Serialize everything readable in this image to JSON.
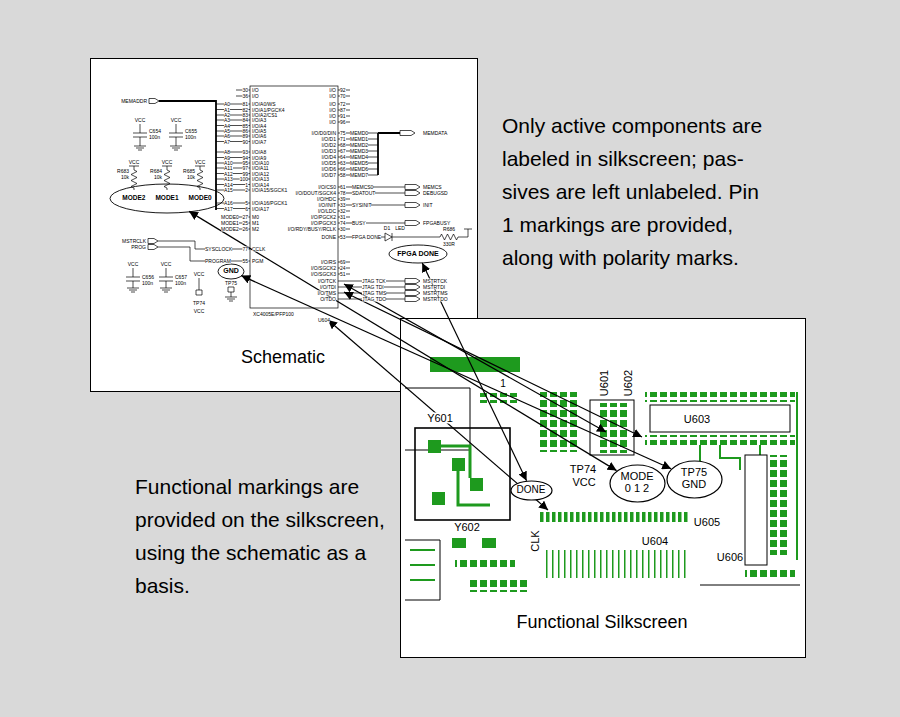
{
  "diagram": {
    "nodes": [
      {
        "text": [
          "Schematic"
        ]
      },
      {
        "text": [
          "MODE2",
          "MODE1",
          "MODE0"
        ],
        "in": 0
      },
      {
        "text": [
          "FPGA DONE"
        ],
        "in": 0
      },
      {
        "text": [
          "GND"
        ],
        "in": 0
      },
      {
        "text": [
          "Functional Silkscreen"
        ]
      },
      {
        "text": [
          "DONE"
        ],
        "in": 4
      },
      {
        "text": [
          "MODE 0 1 2"
        ],
        "in": 4
      },
      {
        "text": [
          "TP75 GND"
        ],
        "in": 4
      }
    ],
    "edges": [
      {
        "from": 1,
        "to": 6,
        "arrow": "both"
      },
      {
        "from": 2,
        "to": 5,
        "arrow": "both"
      },
      {
        "from": 3,
        "to": 7,
        "arrow": "both"
      }
    ],
    "labels": [
      "Only active components are labeled in silkscreen; pas- sives are left unlabeled. Pin 1 markings are provided, along with polarity marks.",
      "Functional markings are provided on the silkscreen, using the schematic as a basis.",
      "A0",
      "81",
      "I/O/A0/WS",
      "A1",
      "82",
      "I/O/A1/PGCK4",
      "A2",
      "83",
      "I/O/A2/CS1",
      "A3",
      "84",
      "I/O/A3",
      "A4",
      "85",
      "I/O/A4",
      "A5",
      "86",
      "I/O/A5",
      "A6",
      "89",
      "I/O/A6",
      "A7",
      "90",
      "I/O/A7",
      "A8",
      "93",
      "I/O/A8",
      "A9",
      "94",
      "I/O/A9",
      "A10",
      "95",
      "I/O/A10",
      "A11",
      "97",
      "I/O/A11",
      "A12",
      "99",
      "I/O/A12",
      "A13",
      "100",
      "I/O/A13",
      "A14",
      "1",
      "I/O/A14",
      "A15",
      "2",
      "I/O/A15/SGCK1",
      "A16",
      "5",
      "I/O/A16/PGCK1",
      "A17",
      "6",
      "I/O/A17",
      "MODE0",
      "27",
      "M0",
      "MODE1",
      "25",
      "M1",
      "MODE2",
      "26",
      "M2",
      "SYSCLOCK",
      "77",
      "CCLK",
      "PROGRAM",
      "55",
      "PGM",
      "30",
      "I/O",
      "36",
      "I/O",
      "I/O",
      "92",
      "I/O",
      "70",
      "I/O",
      "72",
      "I/O",
      "87",
      "I/O",
      "91",
      "I/O",
      "96",
      "I/O/D0/DIN",
      "75",
      "MEMD0",
      "I/O/D1",
      "71",
      "MEMD1",
      "I/O/D2",
      "68",
      "MEMD2",
      "I/O/D3",
      "67",
      "MEMD3",
      "I/O/D4",
      "64",
      "MEMD4",
      "I/O/D5",
      "63",
      "MEMD5",
      "I/O/D6",
      "66",
      "MEMD6",
      "I/O/D7",
      "58",
      "MEMD7",
      "I/O/CS0",
      "61",
      "I/O/DOUT/SGCK4",
      "78",
      "I/O/HDC",
      "39",
      "I/O/INIT",
      "33",
      "I/O/LDC",
      "32",
      "I/O/PGCK2",
      "31",
      "I/O/PGCK3",
      "74",
      "I/O/RDY/BUSY/RCLK",
      "30",
      "DONE",
      "53",
      "MEMCS0",
      "SDATOUT",
      "SYSINIT",
      "BUSY",
      "FPGA DONE",
      "I/O/RS",
      "69",
      "I/O/SGCK2",
      "24",
      "I/O/SGCK3",
      "51",
      "I/O/TCK",
      "JTAG TCK",
      "I/O/TDI",
      "JTAG TDI",
      "I/O/TMS",
      "JTAG TMS",
      "O/TDO",
      "JTAG TDO",
      "MSTRTCK",
      "MSTRTDI",
      "MSTRTMS",
      "MSTRTDO",
      "MEMADDR",
      "MEMDATA",
      "MEMCS",
      "DEBUGSD",
      "INIT",
      "FPGABUSY",
      "VCC",
      "C654",
      "100n",
      "VCC",
      "C655",
      "100n",
      "VCC",
      "R683",
      "10k",
      "VCC",
      "R684",
      "10k",
      "VCC",
      "R685",
      "10k",
      "MSTRCLK",
      "PROG",
      "VCC",
      "C656",
      "100n",
      "VCC",
      "C657",
      "100n",
      "VCC",
      "TP74",
      "VCC",
      "TP75",
      "D1",
      "LED",
      "R686",
      "330R",
      "XC4005E/PFP100",
      "U604",
      "1",
      "U601",
      "U602",
      "U603",
      "Y601",
      "TP74",
      "VCC",
      "Y602",
      "CLK",
      "U604",
      "U605",
      "U606"
    ]
  }
}
